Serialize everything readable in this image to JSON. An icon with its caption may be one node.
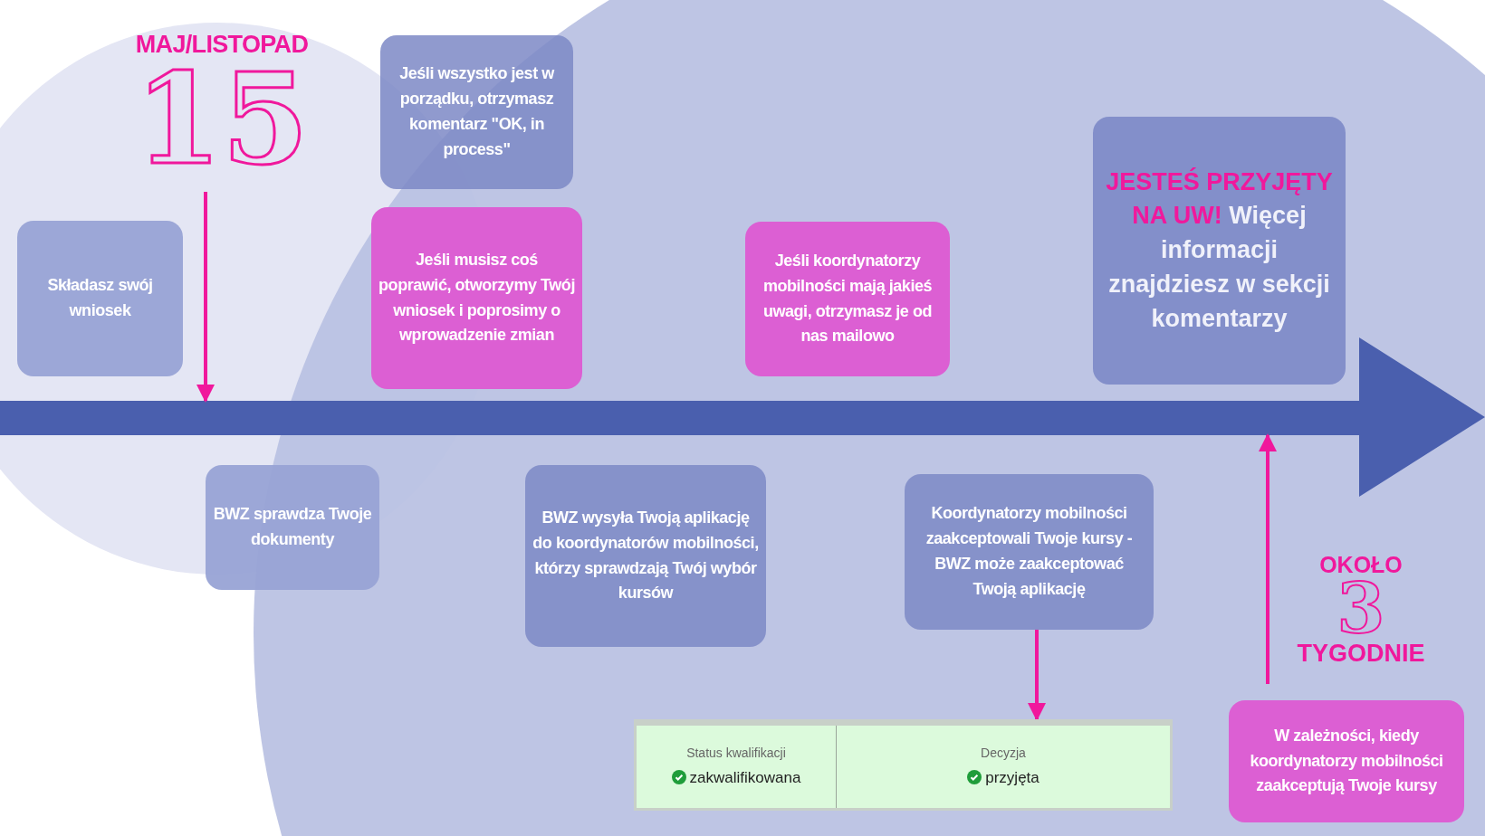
{
  "diagram": {
    "nodes": [
      {
        "text": [
          "MAJ/LISTOPAD",
          "15"
        ]
      },
      {
        "text": [],
        "shape": "arrow"
      },
      {
        "text": [
          "Składasz swój wniosek"
        ]
      },
      {
        "text": [
          "Jeśli wszystko jest w porządku, otrzymasz komentarz \"OK, in process\""
        ]
      },
      {
        "text": [
          "Jeśli musisz coś poprawić, otworzymy Twój wniosek i poprosimy o wprowadzenie zmian"
        ]
      },
      {
        "text": [
          "Jeśli koordynatorzy mobilności mają jakieś uwagi, otrzymasz je od nas mailowo"
        ]
      },
      {
        "text": [
          "JESTEŚ PRZYJĘTY NA UW!",
          "Więcej informacji znajdziesz w sekcji komentarzy"
        ]
      },
      {
        "text": [
          "BWZ sprawdza Twoje dokumenty"
        ]
      },
      {
        "text": [
          "BWZ wysyła Twoją aplikację do koordynatorów mobilności, którzy sprawdzają Twój wybór kursów"
        ]
      },
      {
        "text": [
          "Koordynatorzy mobilności zaakceptowali Twoje kursy - BWZ może zaakceptować Twoją aplikację"
        ]
      },
      {
        "text": [
          "Status kwalifikacji",
          "zakwalifikowana",
          "Decyzja",
          "przyjęta"
        ]
      },
      {
        "text": [
          "OKOŁO",
          "3",
          "TYGODNIE"
        ]
      },
      {
        "text": [
          "W zależności, kiedy koordynatorzy mobilności zaakceptują Twoje kursy"
        ]
      }
    ],
    "edges": [
      {
        "from": 0,
        "to": 1,
        "arrow": "to"
      },
      {
        "from": 9,
        "to": 10,
        "arrow": "to"
      },
      {
        "from": 12,
        "to": 1,
        "arrow": "to"
      }
    ]
  }
}
